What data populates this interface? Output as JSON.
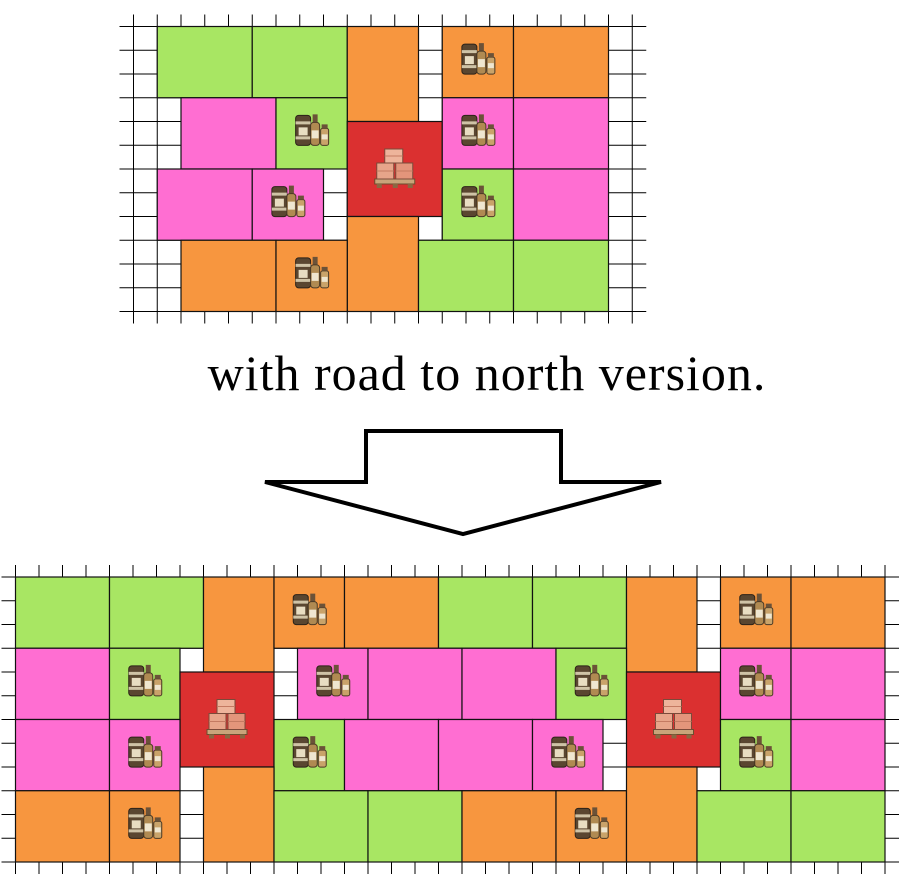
{
  "caption": "with road to north version.",
  "colors": {
    "green": "#a8e663",
    "pink": "#ff6ed2",
    "orange": "#f7963f",
    "red": "#db3030",
    "road": "#ffffff",
    "grid": "#000000",
    "arrow_stroke": "#000000",
    "arrow_fill": "#ffffff"
  },
  "icons": {
    "goods": "bottles-and-barrel-icon",
    "center": "crates-on-pallet-icon"
  },
  "layouts": [
    {
      "name": "top-layout",
      "cols": 21,
      "rows": 12,
      "buildings": [
        {
          "c": 1,
          "r": 0,
          "w": 4,
          "h": 3,
          "color": "green"
        },
        {
          "c": 5,
          "r": 0,
          "w": 4,
          "h": 3,
          "color": "green"
        },
        {
          "c": 9,
          "r": 0,
          "w": 3,
          "h": 4,
          "color": "orange"
        },
        {
          "c": 13,
          "r": 0,
          "w": 3,
          "h": 3,
          "color": "orange",
          "icon": "goods"
        },
        {
          "c": 16,
          "r": 0,
          "w": 4,
          "h": 3,
          "color": "orange"
        },
        {
          "c": 2,
          "r": 3,
          "w": 4,
          "h": 3,
          "color": "pink"
        },
        {
          "c": 6,
          "r": 3,
          "w": 3,
          "h": 3,
          "color": "green",
          "icon": "goods"
        },
        {
          "c": 9,
          "r": 4,
          "w": 4,
          "h": 4,
          "color": "red",
          "icon": "center"
        },
        {
          "c": 13,
          "r": 3,
          "w": 3,
          "h": 3,
          "color": "pink",
          "icon": "goods"
        },
        {
          "c": 16,
          "r": 3,
          "w": 4,
          "h": 3,
          "color": "pink"
        },
        {
          "c": 1,
          "r": 6,
          "w": 4,
          "h": 3,
          "color": "pink"
        },
        {
          "c": 5,
          "r": 6,
          "w": 3,
          "h": 3,
          "color": "pink",
          "icon": "goods"
        },
        {
          "c": 13,
          "r": 6,
          "w": 3,
          "h": 3,
          "color": "green",
          "icon": "goods"
        },
        {
          "c": 16,
          "r": 6,
          "w": 4,
          "h": 3,
          "color": "pink"
        },
        {
          "c": 9,
          "r": 8,
          "w": 3,
          "h": 4,
          "color": "orange"
        },
        {
          "c": 2,
          "r": 9,
          "w": 4,
          "h": 3,
          "color": "orange"
        },
        {
          "c": 6,
          "r": 9,
          "w": 3,
          "h": 3,
          "color": "orange",
          "icon": "goods"
        },
        {
          "c": 12,
          "r": 9,
          "w": 4,
          "h": 3,
          "color": "green"
        },
        {
          "c": 16,
          "r": 9,
          "w": 4,
          "h": 3,
          "color": "green"
        }
      ]
    },
    {
      "name": "bottom-layout",
      "cols": 37,
      "rows": 12,
      "buildings": [
        {
          "c": 0,
          "r": 0,
          "w": 4,
          "h": 3,
          "color": "green"
        },
        {
          "c": 4,
          "r": 0,
          "w": 4,
          "h": 3,
          "color": "green"
        },
        {
          "c": 8,
          "r": 0,
          "w": 3,
          "h": 4,
          "color": "orange"
        },
        {
          "c": 11,
          "r": 0,
          "w": 3,
          "h": 3,
          "color": "orange",
          "icon": "goods"
        },
        {
          "c": 14,
          "r": 0,
          "w": 4,
          "h": 3,
          "color": "orange"
        },
        {
          "c": 18,
          "r": 0,
          "w": 4,
          "h": 3,
          "color": "green"
        },
        {
          "c": 22,
          "r": 0,
          "w": 4,
          "h": 3,
          "color": "green"
        },
        {
          "c": 26,
          "r": 0,
          "w": 3,
          "h": 4,
          "color": "orange"
        },
        {
          "c": 30,
          "r": 0,
          "w": 3,
          "h": 3,
          "color": "orange",
          "icon": "goods"
        },
        {
          "c": 33,
          "r": 0,
          "w": 4,
          "h": 3,
          "color": "orange"
        },
        {
          "c": 0,
          "r": 3,
          "w": 4,
          "h": 3,
          "color": "pink"
        },
        {
          "c": 4,
          "r": 3,
          "w": 3,
          "h": 3,
          "color": "green",
          "icon": "goods"
        },
        {
          "c": 7,
          "r": 4,
          "w": 4,
          "h": 4,
          "color": "red",
          "icon": "center"
        },
        {
          "c": 12,
          "r": 3,
          "w": 3,
          "h": 3,
          "color": "pink",
          "icon": "goods"
        },
        {
          "c": 15,
          "r": 3,
          "w": 4,
          "h": 3,
          "color": "pink"
        },
        {
          "c": 19,
          "r": 3,
          "w": 4,
          "h": 3,
          "color": "pink"
        },
        {
          "c": 23,
          "r": 3,
          "w": 3,
          "h": 3,
          "color": "green",
          "icon": "goods"
        },
        {
          "c": 26,
          "r": 4,
          "w": 4,
          "h": 4,
          "color": "red",
          "icon": "center"
        },
        {
          "c": 30,
          "r": 3,
          "w": 3,
          "h": 3,
          "color": "pink",
          "icon": "goods"
        },
        {
          "c": 33,
          "r": 3,
          "w": 4,
          "h": 3,
          "color": "pink"
        },
        {
          "c": 0,
          "r": 6,
          "w": 4,
          "h": 3,
          "color": "pink"
        },
        {
          "c": 4,
          "r": 6,
          "w": 3,
          "h": 3,
          "color": "pink",
          "icon": "goods"
        },
        {
          "c": 11,
          "r": 6,
          "w": 3,
          "h": 3,
          "color": "green",
          "icon": "goods"
        },
        {
          "c": 14,
          "r": 6,
          "w": 4,
          "h": 3,
          "color": "pink"
        },
        {
          "c": 18,
          "r": 6,
          "w": 4,
          "h": 3,
          "color": "pink"
        },
        {
          "c": 22,
          "r": 6,
          "w": 3,
          "h": 3,
          "color": "pink",
          "icon": "goods"
        },
        {
          "c": 30,
          "r": 6,
          "w": 3,
          "h": 3,
          "color": "green",
          "icon": "goods"
        },
        {
          "c": 33,
          "r": 6,
          "w": 4,
          "h": 3,
          "color": "pink"
        },
        {
          "c": 0,
          "r": 9,
          "w": 4,
          "h": 3,
          "color": "orange"
        },
        {
          "c": 4,
          "r": 9,
          "w": 3,
          "h": 3,
          "color": "orange",
          "icon": "goods"
        },
        {
          "c": 8,
          "r": 8,
          "w": 3,
          "h": 4,
          "color": "orange"
        },
        {
          "c": 11,
          "r": 9,
          "w": 4,
          "h": 3,
          "color": "green"
        },
        {
          "c": 15,
          "r": 9,
          "w": 4,
          "h": 3,
          "color": "green"
        },
        {
          "c": 19,
          "r": 9,
          "w": 4,
          "h": 3,
          "color": "orange"
        },
        {
          "c": 23,
          "r": 9,
          "w": 3,
          "h": 3,
          "color": "orange",
          "icon": "goods"
        },
        {
          "c": 26,
          "r": 8,
          "w": 3,
          "h": 4,
          "color": "orange"
        },
        {
          "c": 29,
          "r": 9,
          "w": 4,
          "h": 3,
          "color": "green"
        },
        {
          "c": 33,
          "r": 9,
          "w": 4,
          "h": 3,
          "color": "green"
        }
      ]
    }
  ]
}
